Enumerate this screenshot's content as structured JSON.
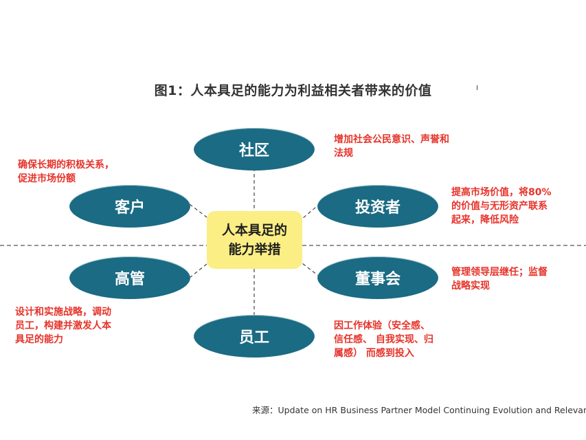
{
  "title": "图1：人本具足的能力为利益相关者带来的价值",
  "center": {
    "line1": "人本具足的",
    "line2": "能力举措"
  },
  "nodes": {
    "shequ": "社区",
    "kehu": "客户",
    "touzizhe": "投资者",
    "gaoguan": "高管",
    "dongshihui": "董事会",
    "yuangong": "员工"
  },
  "notes": {
    "shequ": "增加社会公民意识、声誉和\n法规",
    "kehu": "确保长期的积极关系，\n促进市场份额",
    "touzizhe": "提高市场价值，将80%\n的价值与无形资产联系\n起来，降低风险",
    "dongshihui": "管理领导层继任；监督\n战略实现",
    "gaoguan": "设计和实施战略，调动\n员工，构建并激发人本\n具足的能力",
    "yuangong": "因工作体验（安全感、\n信任感、 自我实现、归\n属感） 而感到投入"
  },
  "source": "来源：Update on HR Business Partner Model Continuing Evolution and Relevance",
  "colors": {
    "ellipse": "#1a6b83",
    "center_box": "#fbee84",
    "note_text": "#e6332a"
  }
}
